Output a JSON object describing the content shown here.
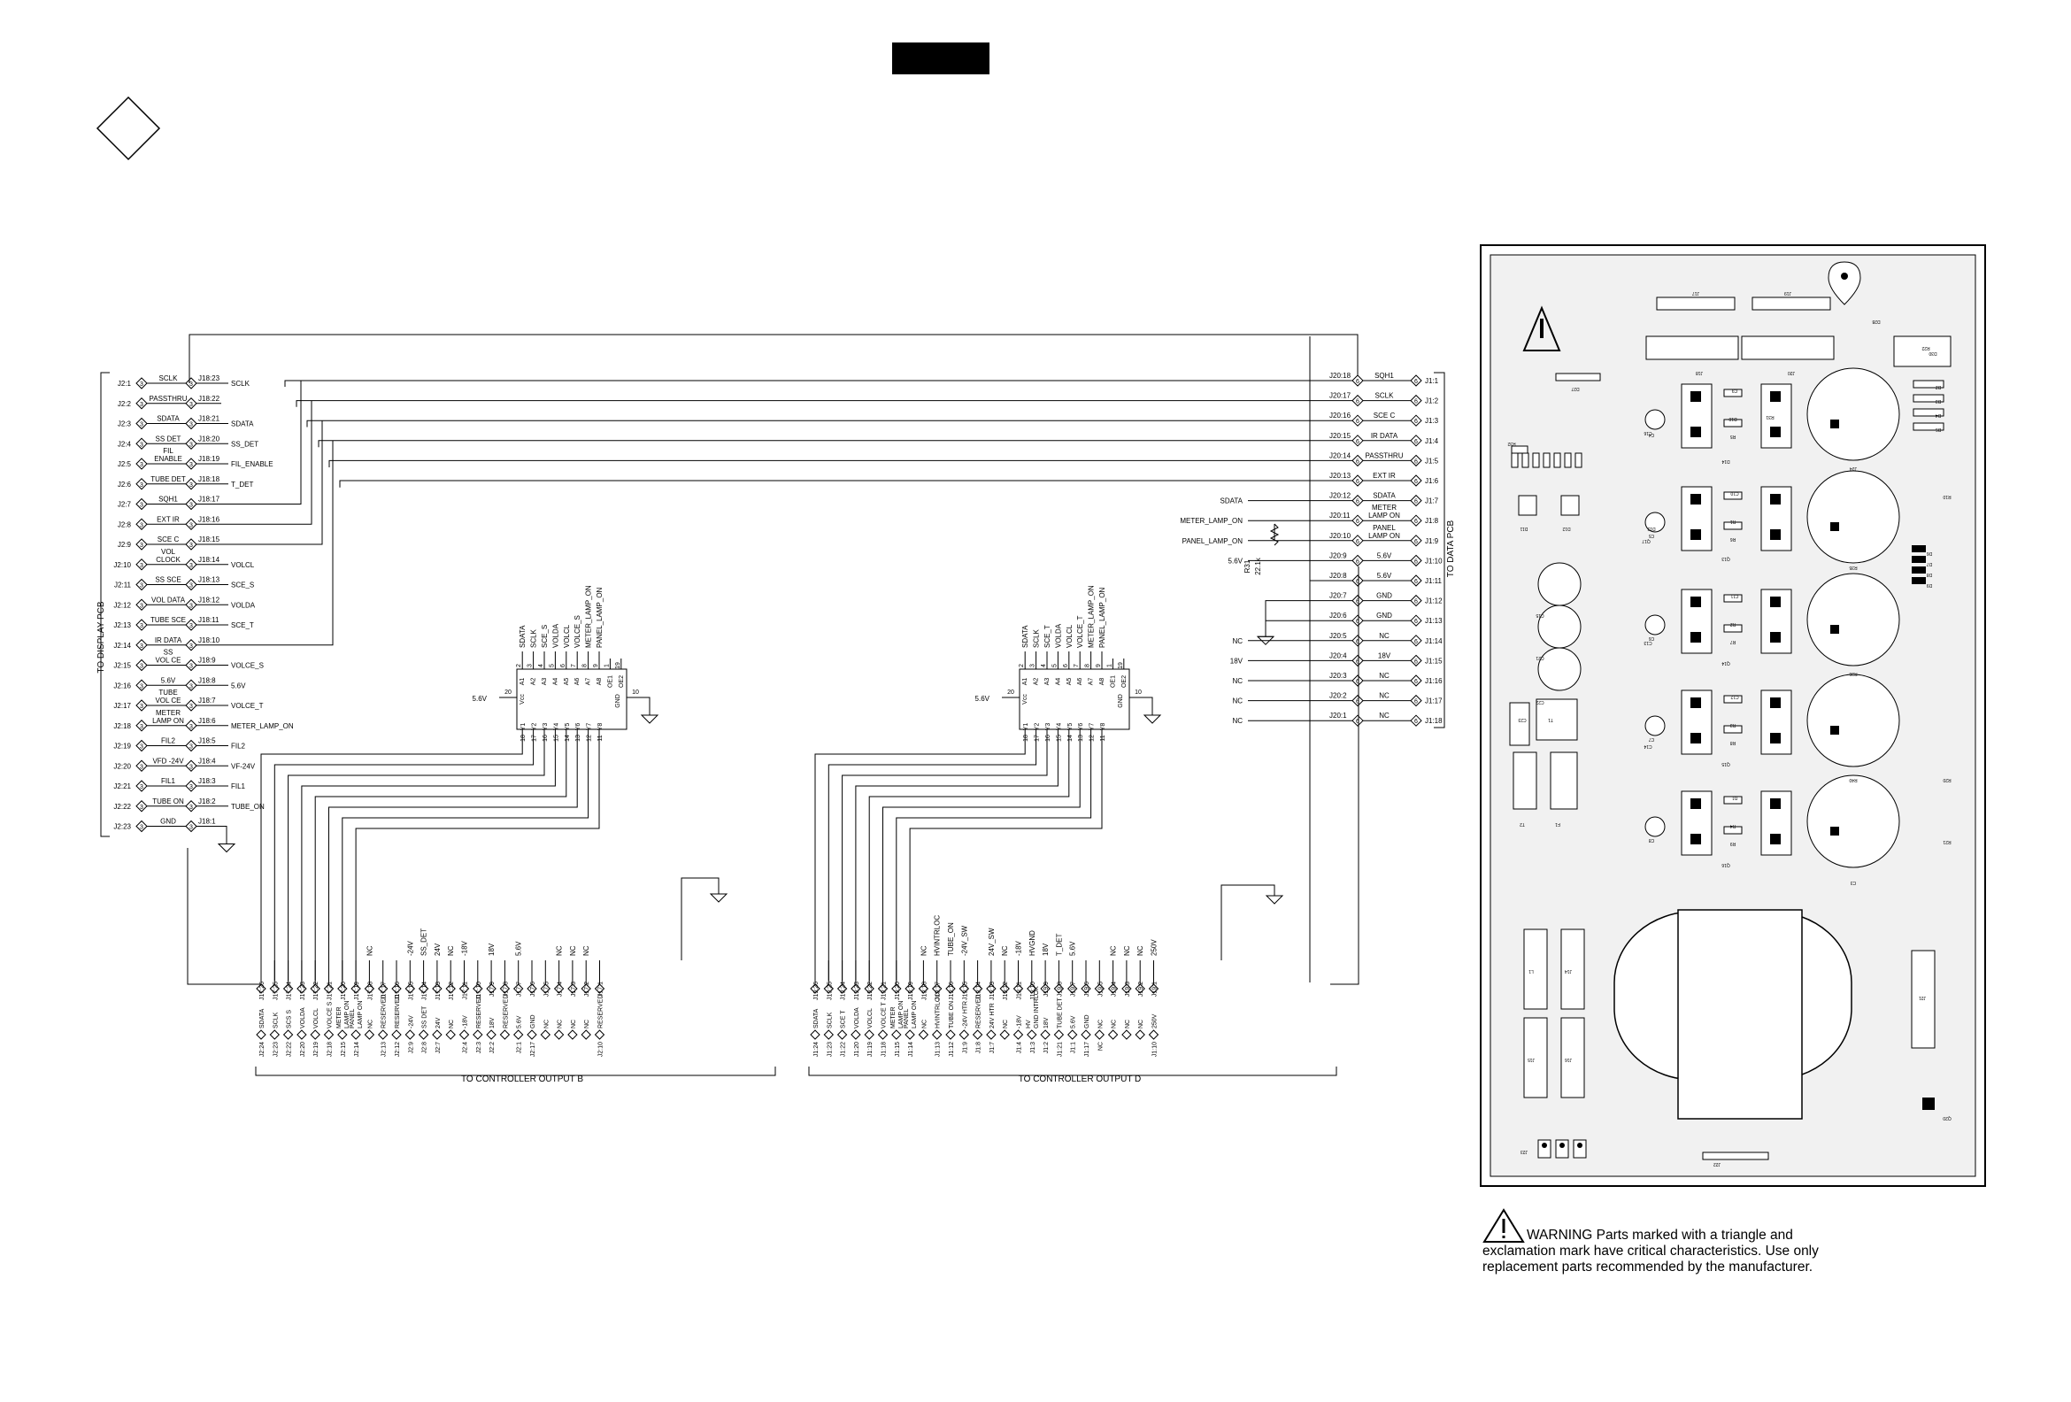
{
  "sheet": {
    "side_labels": {
      "display": "TO DISPLAY PCB",
      "data": "TO DATA PCB"
    },
    "bottom_labels": {
      "b": "TO CONTROLLER OUTPUT B",
      "d": "TO CONTROLLER OUTPUT D"
    }
  },
  "left_connector": {
    "rows": [
      {
        "pin": "J2:1",
        "num": "3",
        "sig": "SCLK",
        "jpin": "J18:23",
        "net": "SCLK"
      },
      {
        "pin": "J2:2",
        "num": "3",
        "sig": "PASSTHRU",
        "jpin": "J18:22",
        "net": ""
      },
      {
        "pin": "J2:3",
        "num": "3",
        "sig": "SDATA",
        "jpin": "J18:21",
        "net": "SDATA"
      },
      {
        "pin": "J2:4",
        "num": "3",
        "sig": "SS DET",
        "jpin": "J18:20",
        "net": "SS_DET"
      },
      {
        "pin": "J2:5",
        "num": "3",
        "sig": "FIL ENABLE",
        "jpin": "J18:19",
        "net": "FIL_ENABLE"
      },
      {
        "pin": "J2:6",
        "num": "3",
        "sig": "TUBE DET",
        "jpin": "J18:18",
        "net": "T_DET"
      },
      {
        "pin": "J2:7",
        "num": "3",
        "sig": "SQH1",
        "jpin": "J18:17",
        "net": ""
      },
      {
        "pin": "J2:8",
        "num": "3",
        "sig": "EXT IR",
        "jpin": "J18:16",
        "net": ""
      },
      {
        "pin": "J2:9",
        "num": "3",
        "sig": "SCE C",
        "jpin": "J18:15",
        "net": ""
      },
      {
        "pin": "J2:10",
        "num": "3",
        "sig": "VOL CLOCK",
        "jpin": "J18:14",
        "net": "VOLCL"
      },
      {
        "pin": "J2:11",
        "num": "3",
        "sig": "SS SCE",
        "jpin": "J18:13",
        "net": "SCE_S"
      },
      {
        "pin": "J2:12",
        "num": "3",
        "sig": "VOL DATA",
        "jpin": "J18:12",
        "net": "VOLDA"
      },
      {
        "pin": "J2:13",
        "num": "3",
        "sig": "TUBE SCE",
        "jpin": "J18:11",
        "net": "SCE_T"
      },
      {
        "pin": "J2:14",
        "num": "3",
        "sig": "IR DATA",
        "jpin": "J18:10",
        "net": ""
      },
      {
        "pin": "J2:15",
        "num": "3",
        "sig": "SS VOL CE",
        "jpin": "J18:9",
        "net": "VOLCE_S"
      },
      {
        "pin": "J2:16",
        "num": "3",
        "sig": "5.6V",
        "jpin": "J18:8",
        "net": "5.6V"
      },
      {
        "pin": "J2:17",
        "num": "3",
        "sig": "TUBE VOL CE",
        "jpin": "J18:7",
        "net": "VOLCE_T"
      },
      {
        "pin": "J2:18",
        "num": "3",
        "sig": "METER LAMP ON",
        "jpin": "J18:6",
        "net": "METER_LAMP_ON"
      },
      {
        "pin": "J2:19",
        "num": "3",
        "sig": "FIL2",
        "jpin": "J18:5",
        "net": "FIL2"
      },
      {
        "pin": "J2:20",
        "num": "3",
        "sig": "VFD -24V",
        "jpin": "J18:4",
        "net": "VF-24V"
      },
      {
        "pin": "J2:21",
        "num": "3",
        "sig": "FIL1",
        "jpin": "J18:3",
        "net": "FIL1"
      },
      {
        "pin": "J2:22",
        "num": "3",
        "sig": "TUBE ON",
        "jpin": "J18:2",
        "net": "TUBE_ON"
      },
      {
        "pin": "J2:23",
        "num": "3",
        "sig": "GND",
        "jpin": "J18:1",
        "net": ""
      }
    ]
  },
  "right_connector": {
    "rows": [
      {
        "jpin": "J20:18",
        "sig": "SQH1",
        "num": "6",
        "pin": "J1:1",
        "net": ""
      },
      {
        "jpin": "J20:17",
        "sig": "SCLK",
        "num": "6",
        "pin": "J1:2",
        "net": ""
      },
      {
        "jpin": "J20:16",
        "sig": "SCE C",
        "num": "6",
        "pin": "J1:3",
        "net": ""
      },
      {
        "jpin": "J20:15",
        "sig": "IR DATA",
        "num": "6",
        "pin": "J1:4",
        "net": ""
      },
      {
        "jpin": "J20:14",
        "sig": "PASSTHRU",
        "num": "6",
        "pin": "J1:5",
        "net": ""
      },
      {
        "jpin": "J20:13",
        "sig": "EXT IR",
        "num": "6",
        "pin": "J1:6",
        "net": ""
      },
      {
        "jpin": "J20:12",
        "sig": "SDATA",
        "num": "6",
        "pin": "J1:7",
        "net": "SDATA"
      },
      {
        "jpin": "J20:11",
        "sig": "METER LAMP ON",
        "num": "6",
        "pin": "J1:8",
        "net": "METER_LAMP_ON"
      },
      {
        "jpin": "J20:10",
        "sig": "PANEL LAMP ON",
        "num": "6",
        "pin": "J1:9",
        "net": "PANEL_LAMP_ON"
      },
      {
        "jpin": "J20:9",
        "sig": "5.6V",
        "num": "6",
        "pin": "J1:10",
        "net": "5.6V"
      },
      {
        "jpin": "J20:8",
        "sig": "5.6V",
        "num": "6",
        "pin": "J1:11",
        "net": ""
      },
      {
        "jpin": "J20:7",
        "sig": "GND",
        "num": "6",
        "pin": "J1:12",
        "net": ""
      },
      {
        "jpin": "J20:6",
        "sig": "GND",
        "num": "6",
        "pin": "J1:13",
        "net": ""
      },
      {
        "jpin": "J20:5",
        "sig": "NC",
        "num": "6",
        "pin": "J1:14",
        "net": "NC"
      },
      {
        "jpin": "J20:4",
        "sig": "18V",
        "num": "6",
        "pin": "J1:15",
        "net": "18V"
      },
      {
        "jpin": "J20:3",
        "sig": "NC",
        "num": "6",
        "pin": "J1:16",
        "net": "NC"
      },
      {
        "jpin": "J20:2",
        "sig": "NC",
        "num": "6",
        "pin": "J1:17",
        "net": "NC"
      },
      {
        "jpin": "J20:1",
        "sig": "NC",
        "num": "6",
        "pin": "J1:18",
        "net": "NC"
      }
    ],
    "resistor": {
      "ref": "R31",
      "value": "22.1k",
      "net": "5.6V"
    }
  },
  "ic_left": {
    "supply": "5.6V",
    "vcc_pin": "20",
    "gnd_pin": "10",
    "top_labels": [
      "SDATA",
      "SCLK",
      "SCE_S",
      "VOLDA",
      "VOLCL",
      "VOLCE_S",
      "METER_LAMP_ON",
      "PANEL_LAMP_ON"
    ],
    "top_pins": [
      "2",
      "3",
      "4",
      "5",
      "6",
      "7",
      "8",
      "9",
      "1",
      "19"
    ],
    "inner_top": [
      "A1",
      "A2",
      "A3",
      "A4",
      "A5",
      "A6",
      "A7",
      "A8",
      "OE1",
      "OE2"
    ],
    "inner_bottom": [
      "Y1",
      "Y2",
      "Y3",
      "Y4",
      "Y5",
      "Y6",
      "Y7",
      "Y8"
    ],
    "bottom_pins": [
      "18",
      "17",
      "16",
      "15",
      "14",
      "13",
      "12",
      "11"
    ],
    "vcc": "Vcc",
    "gnd": "GND"
  },
  "ic_right": {
    "supply": "5.6V",
    "vcc_pin": "20",
    "gnd_pin": "10",
    "top_labels": [
      "SDATA",
      "SCLK",
      "SCE_T",
      "VOLDA",
      "VOLCL",
      "VOLCE_T",
      "METER_LAMP_ON",
      "PANEL_LAMP_ON"
    ],
    "top_pins": [
      "2",
      "3",
      "4",
      "5",
      "6",
      "7",
      "8",
      "9",
      "1",
      "19"
    ],
    "inner_top": [
      "A1",
      "A2",
      "A3",
      "A4",
      "A5",
      "A6",
      "A7",
      "A8",
      "OE1",
      "OE2"
    ],
    "inner_bottom": [
      "Y1",
      "Y2",
      "Y3",
      "Y4",
      "Y5",
      "Y6",
      "Y7",
      "Y8"
    ],
    "bottom_pins": [
      "18",
      "17",
      "16",
      "15",
      "14",
      "13",
      "12",
      "11"
    ],
    "vcc": "Vcc",
    "gnd": "GND"
  },
  "bottom_b": {
    "cols": [
      {
        "net": "",
        "jpin": "J17:26",
        "sig": "SDATA",
        "pin": "J2:24"
      },
      {
        "net": "",
        "jpin": "J17:25",
        "sig": "SCLK",
        "pin": "J2:23"
      },
      {
        "net": "",
        "jpin": "J17:24",
        "sig": "SCS S",
        "pin": "J2:22"
      },
      {
        "net": "",
        "jpin": "J17:23",
        "sig": "VOLDA",
        "pin": "J2:20"
      },
      {
        "net": "",
        "jpin": "J17:22",
        "sig": "VOLCL",
        "pin": "J2:19"
      },
      {
        "net": "",
        "jpin": "J17:21",
        "sig": "VOLCE S",
        "pin": "J2:18"
      },
      {
        "net": "",
        "jpin": "J17:20",
        "sig": "METER LAMP ON",
        "pin": "J2:15"
      },
      {
        "net": "",
        "jpin": "J17:19",
        "sig": "PANEL LAMP ON",
        "pin": "J2:14"
      },
      {
        "net": "NC",
        "jpin": "J17:18",
        "sig": "NC",
        "pin": ""
      },
      {
        "net": "",
        "jpin": "J17:17",
        "sig": "RESERVED",
        "pin": "J2:13"
      },
      {
        "net": "",
        "jpin": "J17:16",
        "sig": "RESERVED",
        "pin": "J2:12"
      },
      {
        "net": "-24V",
        "jpin": "J17:15",
        "sig": "-24V",
        "pin": "J2:9"
      },
      {
        "net": "SS_DET",
        "jpin": "J17:14",
        "sig": "SS DET",
        "pin": "J2:8"
      },
      {
        "net": "24V",
        "jpin": "J17:13",
        "sig": "24V",
        "pin": "J2:7"
      },
      {
        "net": "NC",
        "jpin": "J17:12",
        "sig": "NC",
        "pin": ""
      },
      {
        "net": "-18V",
        "jpin": "J17:11",
        "sig": "-18V",
        "pin": "J2:4"
      },
      {
        "net": "",
        "jpin": "J17:10",
        "sig": "RESERVED",
        "pin": "J2:3"
      },
      {
        "net": "18V",
        "jpin": "J17:9",
        "sig": "18V",
        "pin": "J2:2"
      },
      {
        "net": "",
        "jpin": "J17:8",
        "sig": "RESERVED",
        "pin": ""
      },
      {
        "net": "5.6V",
        "jpin": "J17:7",
        "sig": "5.6V",
        "pin": "J2:1"
      },
      {
        "net": "",
        "jpin": "J17:6",
        "sig": "GND",
        "pin": "J2:17"
      },
      {
        "net": "",
        "jpin": "J17:5",
        "sig": "NC",
        "pin": ""
      },
      {
        "net": "NC",
        "jpin": "J17:4",
        "sig": "NC",
        "pin": ""
      },
      {
        "net": "NC",
        "jpin": "J17:3",
        "sig": "NC",
        "pin": ""
      },
      {
        "net": "NC",
        "jpin": "J17:2",
        "sig": "NC",
        "pin": ""
      },
      {
        "net": "",
        "jpin": "J17:1",
        "sig": "RESERVED",
        "pin": "J2:10"
      }
    ]
  },
  "bottom_d": {
    "cols": [
      {
        "net": "",
        "jpin": "J19:26",
        "sig": "SDATA",
        "pin": "J1:24"
      },
      {
        "net": "",
        "jpin": "J19:25",
        "sig": "SCLK",
        "pin": "J1:23"
      },
      {
        "net": "",
        "jpin": "J19:24",
        "sig": "SCE T",
        "pin": "J1:22"
      },
      {
        "net": "",
        "jpin": "J19:23",
        "sig": "VOLDA",
        "pin": "J1:20"
      },
      {
        "net": "",
        "jpin": "J19:22",
        "sig": "VOLCL",
        "pin": "J1:19"
      },
      {
        "net": "",
        "jpin": "J19:21",
        "sig": "VOLCE T",
        "pin": "J1:18"
      },
      {
        "net": "",
        "jpin": "J19:20",
        "sig": "METER LAMP ON",
        "pin": "J1:15"
      },
      {
        "net": "",
        "jpin": "J19:19",
        "sig": "PANEL LAMP ON",
        "pin": "J1:14"
      },
      {
        "net": "NC",
        "jpin": "J19:18",
        "sig": "NC",
        "pin": ""
      },
      {
        "net": "HVINTRLOC",
        "jpin": "J19:17",
        "sig": "HVINTRLOC",
        "pin": "J1:13"
      },
      {
        "net": "TUBE_ON",
        "jpin": "J19:16",
        "sig": "TUBE ON",
        "pin": "J1:12"
      },
      {
        "net": "-24V_SW",
        "jpin": "J19:15",
        "sig": "-24V HTR",
        "pin": "J1:9"
      },
      {
        "net": "",
        "jpin": "J19:14",
        "sig": "RESERVED",
        "pin": "J1:8"
      },
      {
        "net": "24V_SW",
        "jpin": "J19:13",
        "sig": "24V HTR",
        "pin": "J1:7"
      },
      {
        "net": "NC",
        "jpin": "J19:12",
        "sig": "NC",
        "pin": ""
      },
      {
        "net": "-18V",
        "jpin": "J19:11",
        "sig": "-18V",
        "pin": "J1:4"
      },
      {
        "net": "HVGND",
        "jpin": "J19:10",
        "sig": "HV GND INTRLOK",
        "pin": "J1:3"
      },
      {
        "net": "18V",
        "jpin": "J19:9",
        "sig": "18V",
        "pin": "J1:2"
      },
      {
        "net": "T_DET",
        "jpin": "J19:8",
        "sig": "TUBE DET",
        "pin": "J1:21"
      },
      {
        "net": "5.6V",
        "jpin": "J19:7",
        "sig": "5.6V",
        "pin": "J1:1"
      },
      {
        "net": "",
        "jpin": "J19:6",
        "sig": "GND",
        "pin": "J1:17"
      },
      {
        "net": "",
        "jpin": "J19:5",
        "sig": "NC",
        "pin": "NC"
      },
      {
        "net": "NC",
        "jpin": "J19:4",
        "sig": "NC",
        "pin": ""
      },
      {
        "net": "NC",
        "jpin": "J19:3",
        "sig": "NC",
        "pin": ""
      },
      {
        "net": "NC",
        "jpin": "J19:2",
        "sig": "NC",
        "pin": ""
      },
      {
        "net": "250V",
        "jpin": "J19:1",
        "sig": "250V",
        "pin": "J1:10"
      }
    ]
  },
  "pcb": {
    "labels": [
      "J17",
      "J18",
      "J19",
      "J20",
      "D27",
      "R31",
      "R32",
      "C16",
      "D11",
      "D12",
      "D13",
      "D14",
      "Q13",
      "Q14",
      "Q15",
      "Q16",
      "Q17",
      "C13",
      "C14",
      "C15",
      "C21",
      "C22",
      "C23",
      "T1",
      "T2",
      "F1",
      "L1",
      "J14",
      "J15",
      "J16",
      "J21",
      "J22",
      "J23",
      "J24",
      "R35",
      "R36",
      "R40",
      "C3",
      "C4",
      "C5",
      "C6",
      "C7",
      "C8",
      "C9",
      "C10",
      "C11",
      "C12",
      "D1",
      "D2",
      "D3",
      "D4",
      "D5",
      "D6",
      "D7",
      "D8",
      "D9",
      "D10",
      "R1",
      "R2",
      "R3",
      "R4",
      "R5",
      "R6",
      "R7",
      "R8",
      "R9",
      "R10",
      "R20",
      "R21",
      "R22",
      "D30",
      "Q20",
      "D28"
    ]
  },
  "warning": {
    "line1": "WARNING Parts marked with a triangle and",
    "line2": "exclamation mark have critical characteristics. Use only",
    "line3": "replacement parts recommended by the manufacturer."
  },
  "colors": {
    "ink": "#000000",
    "pcb_fill": "#f1f1f1",
    "paper": "#ffffff"
  }
}
